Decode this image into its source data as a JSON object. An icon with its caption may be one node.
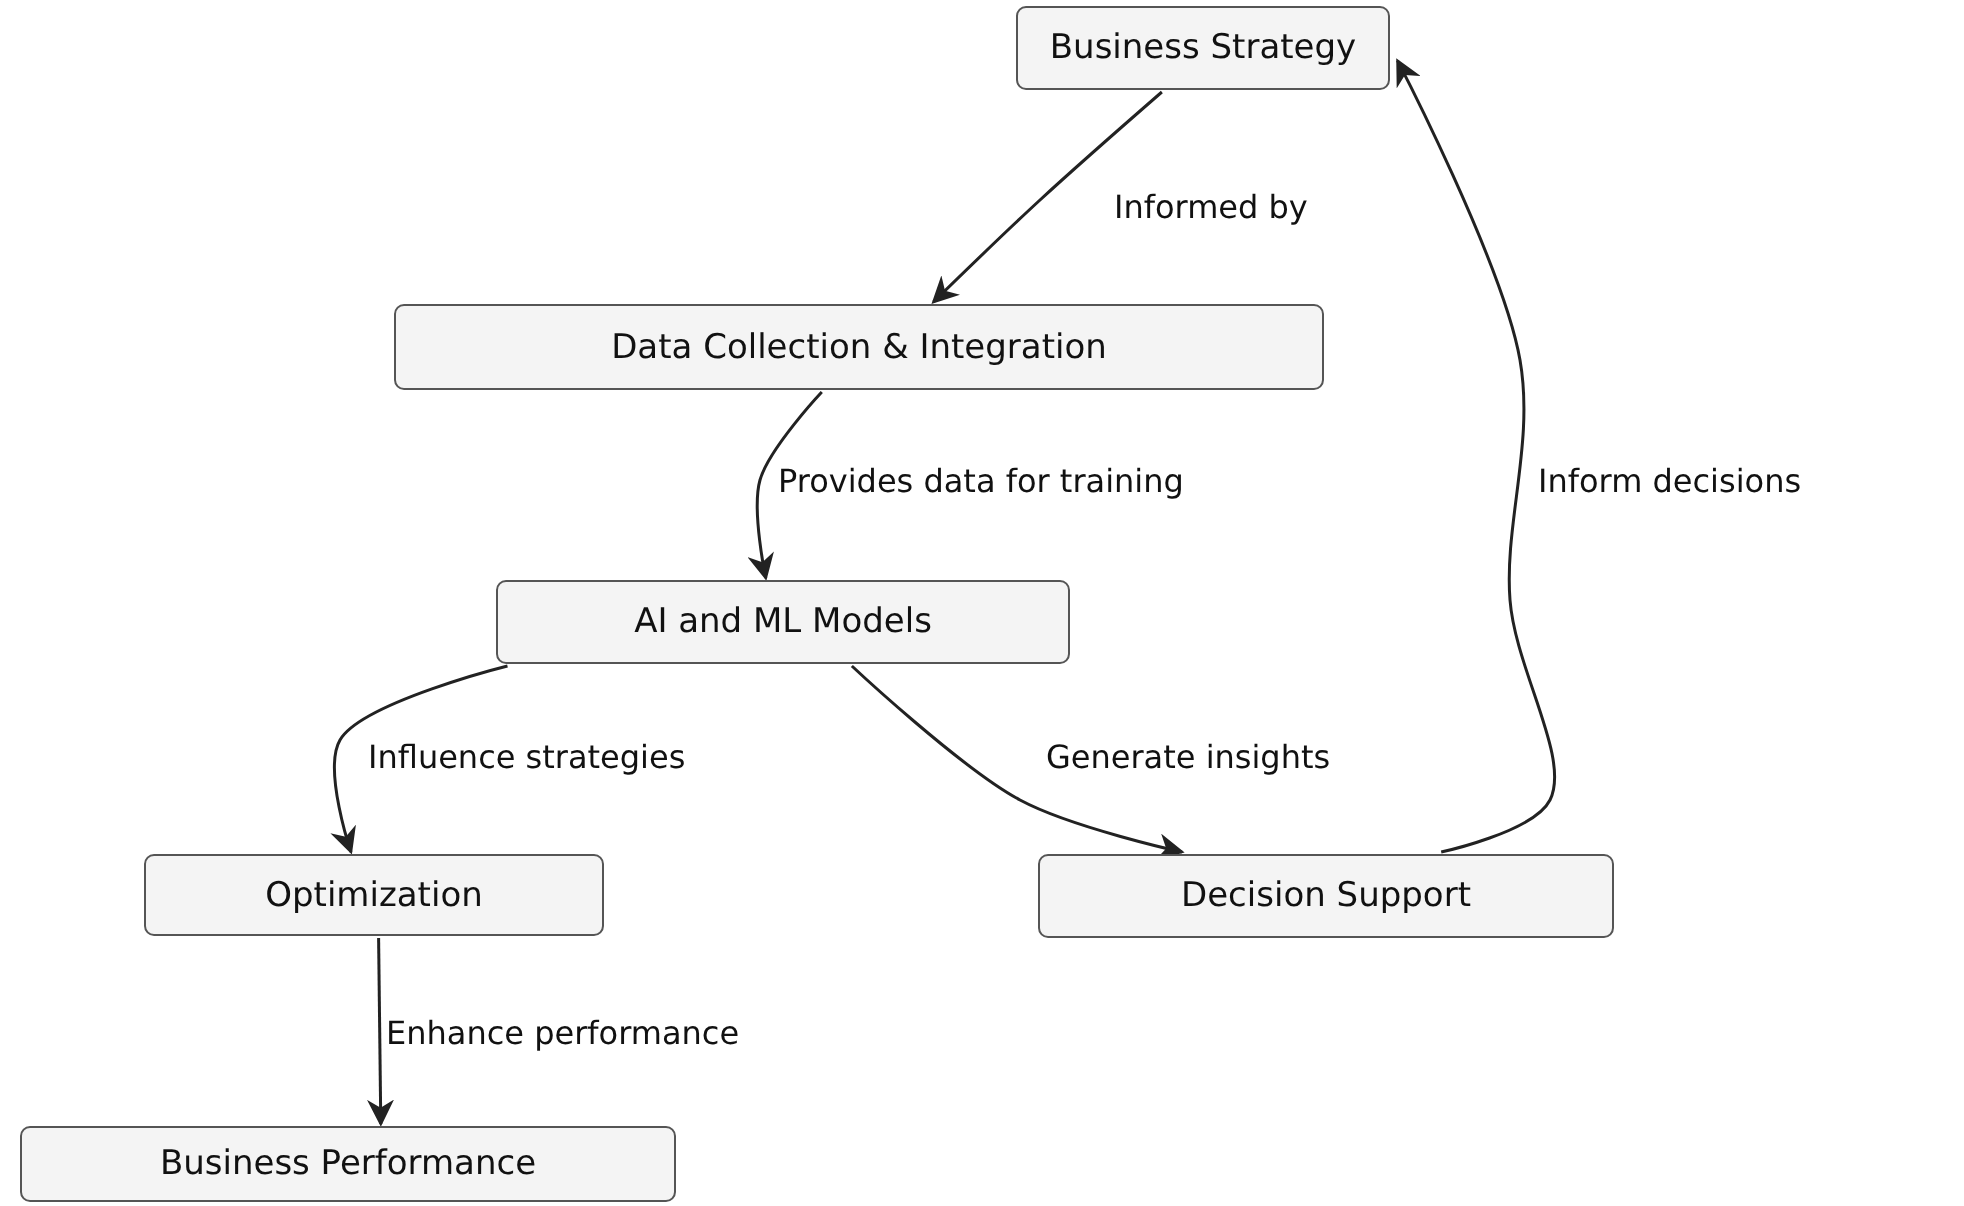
{
  "diagram": {
    "nodes": [
      {
        "text": [
          "Business Strategy"
        ]
      },
      {
        "text": [
          "Data Collection & Integration"
        ]
      },
      {
        "text": [
          "AI and ML Models"
        ]
      },
      {
        "text": [
          "Optimization"
        ]
      },
      {
        "text": [
          "Decision Support"
        ]
      },
      {
        "text": [
          "Business Performance"
        ]
      }
    ],
    "edges": [
      {
        "from": 0,
        "to": 1,
        "arrow": "to",
        "label": "Informed by"
      },
      {
        "from": 1,
        "to": 2,
        "arrow": "to",
        "label": "Provides data for training"
      },
      {
        "from": 2,
        "to": 3,
        "arrow": "to",
        "label": "Influence strategies"
      },
      {
        "from": 2,
        "to": 4,
        "arrow": "to",
        "label": "Generate insights"
      },
      {
        "from": 4,
        "to": 0,
        "arrow": "to",
        "label": "Inform decisions"
      },
      {
        "from": 3,
        "to": 5,
        "arrow": "to",
        "label": "Enhance performance"
      }
    ]
  }
}
